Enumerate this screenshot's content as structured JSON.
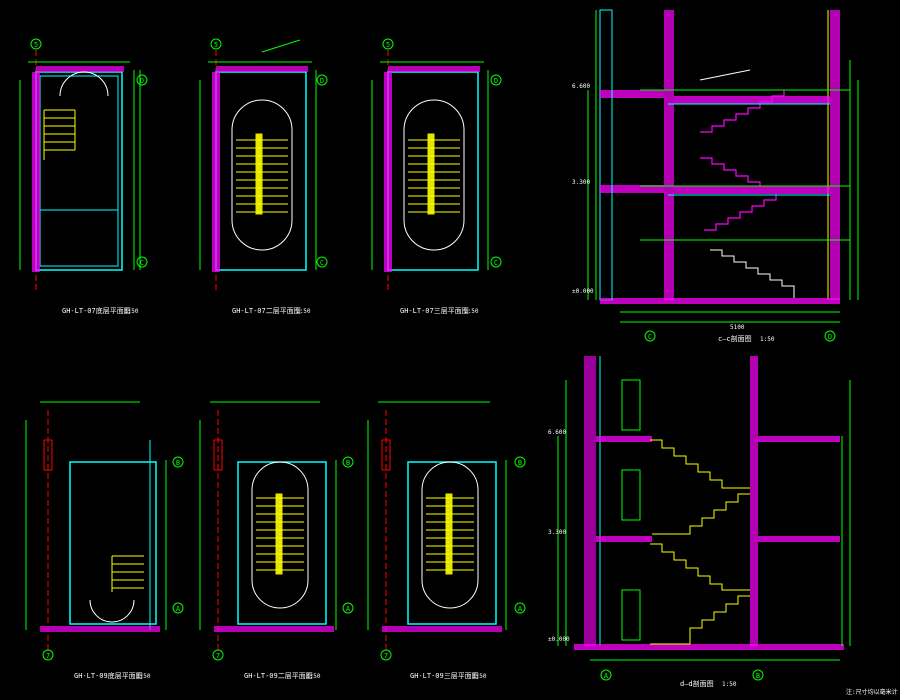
{
  "colors": {
    "background": "#000000",
    "wall_outline": "#00ffff",
    "wall_fill": "#ff00ff",
    "dimension": "#00ff00",
    "axis_red": "#ff0000",
    "stair": "#ffff00",
    "text": "#ffffff"
  },
  "plans_top": [
    {
      "axis_top": "5",
      "axis_right_top": "D",
      "axis_right_bottom": "C",
      "title": "GH-LT-07底层平面图",
      "scale": "1:50"
    },
    {
      "axis_top": "5",
      "axis_right_top": "D",
      "axis_right_bottom": "C",
      "title": "GH-LT-07二层平面图",
      "scale": "1:50"
    },
    {
      "axis_top": "5",
      "axis_right_top": "D",
      "axis_right_bottom": "C",
      "title": "GH-LT-07三层平面图",
      "scale": "1:50"
    }
  ],
  "plans_bottom": [
    {
      "axis_bottom": "7",
      "axis_right_top": "B",
      "axis_right_bottom": "A",
      "title": "GH-LT-09底层平面图",
      "scale": "1:50"
    },
    {
      "axis_bottom": "7",
      "axis_right_top": "B",
      "axis_right_bottom": "A",
      "title": "GH-LT-09二层平面图",
      "scale": "1:50"
    },
    {
      "axis_bottom": "7",
      "axis_right_top": "B",
      "axis_right_bottom": "A",
      "title": "GH-LT-09三层平面图",
      "scale": "1:50"
    }
  ],
  "section_top": {
    "title": "c—c剖面图",
    "scale": "1:50",
    "axis_left": "C",
    "axis_right": "D",
    "level_bottom": "±0.000",
    "total_dim": "5100",
    "floor_levels": [
      "3.300",
      "6.600"
    ]
  },
  "section_bottom": {
    "title": "d—d剖面图",
    "scale": "1:50",
    "axis_left": "A",
    "axis_right": "B",
    "level_bottom": "±0.000",
    "floor_levels": [
      "3.300",
      "6.600"
    ]
  },
  "footer_note": "注:尺寸均以毫米计"
}
